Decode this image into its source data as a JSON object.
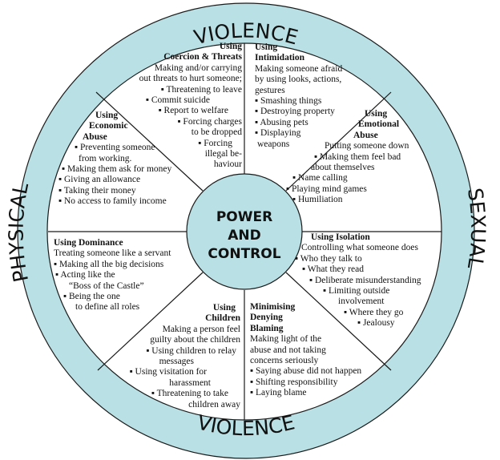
{
  "colors": {
    "ring": "#b9e0e4",
    "line": "#1a1a1a",
    "background": "#ffffff"
  },
  "ring_labels": {
    "top": "VIOLENCE",
    "bottom": "VIOLENCE",
    "left": "PHYSICAL",
    "right": "SEXUAL"
  },
  "center": {
    "lines": [
      "POWER",
      "AND",
      "CONTROL"
    ]
  },
  "segments": {
    "coercion": {
      "title": [
        "Using",
        "Coercion & Threats"
      ],
      "lines": [
        "Making and/or carrying",
        "out threats to hurt someone;",
        "▪ Threatening to leave",
        "▪ Commit suicide",
        "▪ Report to welfare",
        "▪ Forcing charges",
        "to be dropped",
        "▪ Forcing",
        "illegal be-",
        "haviour"
      ]
    },
    "intimidation": {
      "title": [
        "Using",
        "Intimidation"
      ],
      "lines": [
        "Making someone afraid",
        "by using looks, actions,",
        "gestures",
        "▪ Smashing things",
        "▪ Destroying property",
        "▪ Abusing  pets",
        "▪ Displaying",
        "weapons"
      ]
    },
    "economic": {
      "title": [
        "Using",
        "Economic",
        "Abuse"
      ],
      "lines": [
        "▪ Preventing someone",
        "from working.",
        "▪ Making them ask for money",
        "▪ Giving an allowance",
        "▪ Taking their money",
        "▪ No access to family income"
      ]
    },
    "emotional": {
      "title": [
        "Using",
        "Emotional",
        "Abuse"
      ],
      "lines": [
        "Putting someone down",
        "▪ Making them feel bad",
        "about themselves",
        "▪ Name calling",
        "▪ Playing mind games",
        "▪ Humiliation"
      ]
    },
    "dominance": {
      "title": [
        "Using Dominance"
      ],
      "lines": [
        "Treating someone like a servant",
        "▪ Making all the  big decisions",
        "▪ Acting like the",
        "“Boss of the Castle”",
        "▪ Being the one",
        "to define all roles"
      ]
    },
    "isolation": {
      "title": [
        "Using Isolation"
      ],
      "lines": [
        "Controlling what someone does",
        "▪ Who they talk to",
        "▪ What they read",
        "▪ Deliberate misunderstanding",
        "▪ Limiting outside",
        "involvement",
        "▪ Where they go",
        "▪ Jealousy"
      ]
    },
    "children": {
      "title": [
        "Using",
        "Children"
      ],
      "lines": [
        "Making a person feel",
        "guilty about the children",
        "▪ Using children to relay",
        "messages",
        "▪ Using visitation for",
        "harassment",
        "▪ Threatening to take",
        "children away"
      ]
    },
    "minimising": {
      "title": [
        "Minimising",
        "Denying",
        "Blaming"
      ],
      "lines": [
        "Making light of the",
        "abuse and not taking",
        "concerns seriously",
        "▪ Saying abuse did not happen",
        "▪ Shifting responsibility",
        "▪ Laying blame"
      ]
    }
  }
}
